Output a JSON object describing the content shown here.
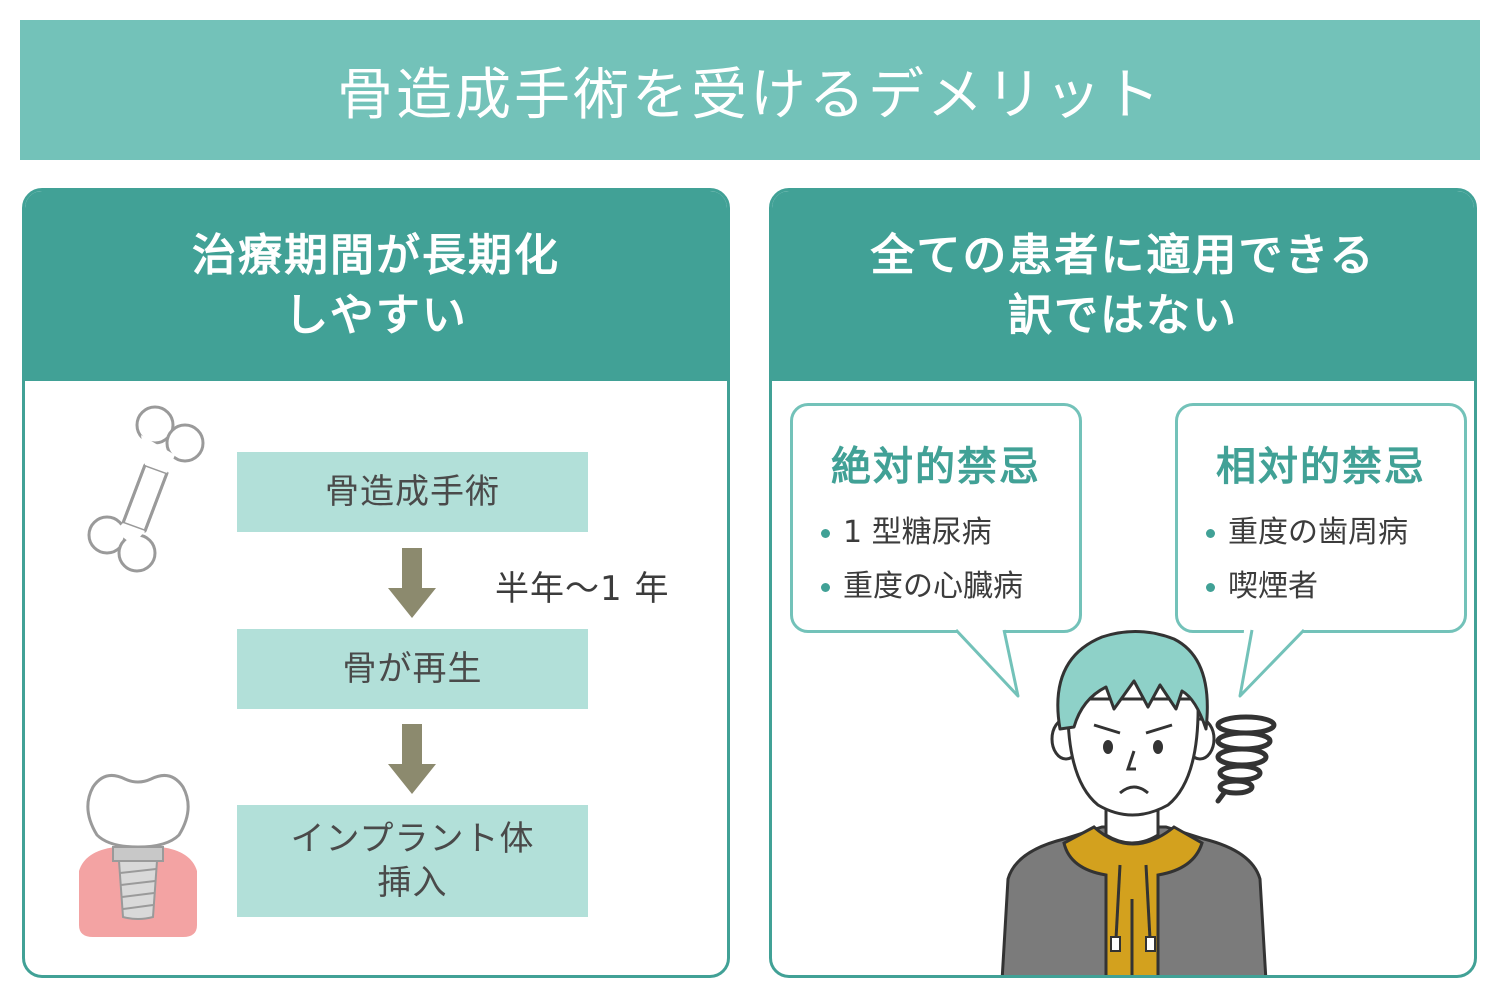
{
  "title": "骨造成手術を受けるデメリット",
  "left_panel": {
    "heading": [
      "治療期間が長期化",
      "しやすい"
    ],
    "steps": [
      {
        "lines": [
          "骨造成手術"
        ]
      },
      {
        "lines": [
          "骨が再生"
        ]
      },
      {
        "lines": [
          "インプラント体",
          "挿入"
        ]
      }
    ],
    "duration_label": "半年〜1 年"
  },
  "right_panel": {
    "heading": [
      "全ての患者に適用できる",
      "訳ではない"
    ],
    "bubbles": [
      {
        "title": "絶対的禁忌",
        "items": [
          "1 型糖尿病",
          "重度の心臓病"
        ]
      },
      {
        "title": "相対的禁忌",
        "items": [
          "重度の歯周病",
          "喫煙者"
        ]
      }
    ]
  },
  "colors": {
    "title_banner": "#73c2b9",
    "panel_header": "#41a196",
    "step_box": "#b2e0d9",
    "arrow": "#8c8a6e",
    "hair": "#8ed1c8",
    "hoodie_inner": "#d3a11e",
    "jacket": "#7b7b7b",
    "gum": "#f3a3a3"
  },
  "icons": [
    "bone-icon",
    "implant-tooth-icon",
    "confused-person-illustration",
    "swirl-icon",
    "down-arrow-icon"
  ]
}
